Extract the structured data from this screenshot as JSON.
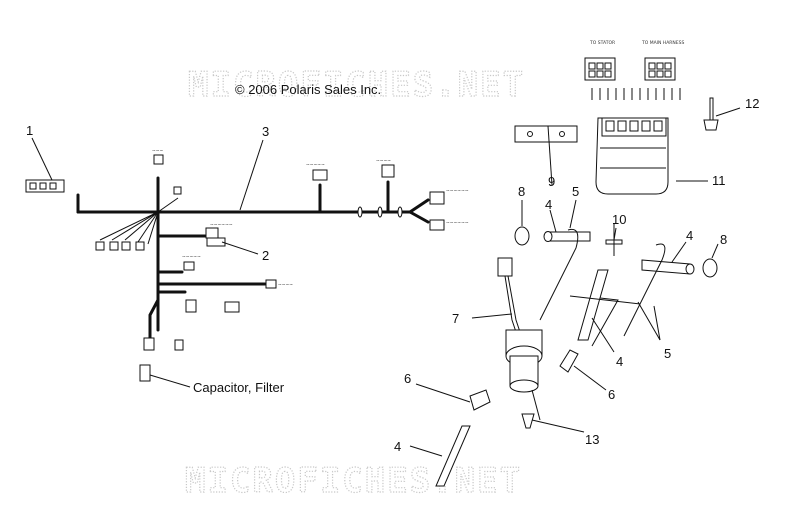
{
  "copyright": "© 2006 Polaris Sales Inc.",
  "watermark": "MICROFICHES.NET",
  "callouts": {
    "c1": "1",
    "c2": "2",
    "c3": "3",
    "c4a": "4",
    "c4b": "4",
    "c4c": "4",
    "c4d": "4",
    "c5a": "5",
    "c5b": "5",
    "c6a": "6",
    "c6b": "6",
    "c7": "7",
    "c8a": "8",
    "c8b": "8",
    "c9": "9",
    "c10": "10",
    "c11": "11",
    "c12": "12",
    "c13": "13"
  },
  "capacitor_label": "Capacitor, Filter",
  "connector_labels": {
    "stator": "TO STATOR",
    "main_harness": "TO MAIN HARNESS"
  }
}
